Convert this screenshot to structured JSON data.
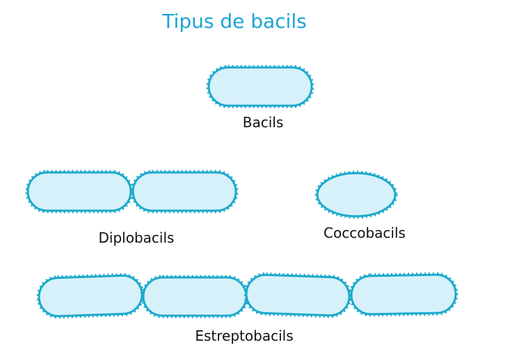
{
  "title": "Tipus de bacils",
  "labels": {
    "bacils": "Bacils",
    "diplobacils": "Diplobacils",
    "coccobacils": "Coccobacils",
    "estreptobacils": "Estreptobacils"
  },
  "colors": {
    "title": "#1ba4d6",
    "outline": "#1ba9cc",
    "fill": "#d6f1fa",
    "text": "#111111"
  }
}
